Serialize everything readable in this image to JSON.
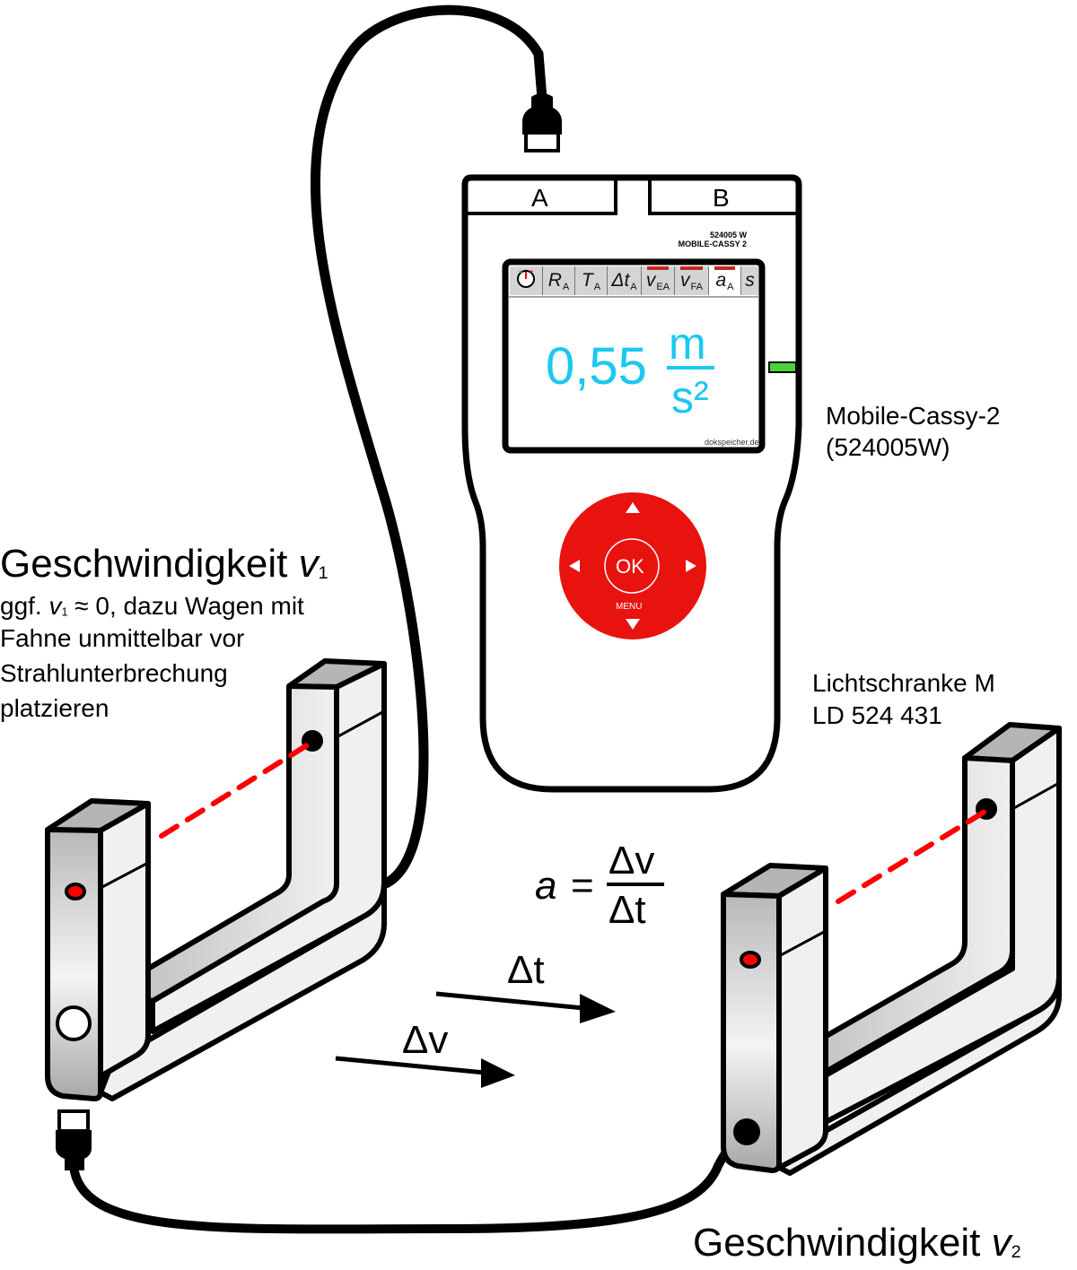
{
  "device": {
    "port_a": "A",
    "port_b": "B",
    "model_number": "524005 W",
    "model_name": "MOBILE-CASSY 2",
    "watermark": "dokspeicher.de",
    "tabs": [
      {
        "symbol": "stopwatch-icon",
        "sub": "",
        "active": false,
        "marked": false
      },
      {
        "symbol": "R",
        "sub": "A",
        "active": false,
        "marked": false
      },
      {
        "symbol": "T",
        "sub": "A",
        "active": false,
        "marked": false
      },
      {
        "symbol": "Δt",
        "sub": "A",
        "active": false,
        "marked": false
      },
      {
        "symbol": "v",
        "sub": "EA",
        "active": false,
        "marked": true
      },
      {
        "symbol": "v",
        "sub": "FA",
        "active": false,
        "marked": true
      },
      {
        "symbol": "a",
        "sub": "A",
        "active": true,
        "marked": true
      },
      {
        "symbol": "s",
        "sub": "",
        "active": false,
        "marked": false
      }
    ],
    "reading": {
      "value": "0,55",
      "unit_numerator": "m",
      "unit_denominator": "s²"
    },
    "dpad": {
      "ok_label": "OK",
      "menu_label": "MENU"
    },
    "led_color": "#4cd13a",
    "dpad_color": "#e8120f",
    "display_color": "#1ac8f0"
  },
  "labels": {
    "device_name": "Mobile-Cassy-2",
    "device_code": "(524005W)",
    "sensor_name": "Lichtschranke M",
    "sensor_code": "LD 524 431",
    "v1_title": "Geschwindigkeit",
    "v1_symbol": "v",
    "v1_sub": "1",
    "v1_note_prefix": "ggf.",
    "v1_note_symbol": "v",
    "v1_note_sub": "1",
    "v1_note_rest": "≈ 0, dazu Wagen mit",
    "v1_note_line2": "Fahne unmittelbar vor",
    "v1_note_line3": "Strahlunterbrechung",
    "v1_note_line4": "platzieren",
    "v2_title": "Geschwindigkeit",
    "v2_symbol": "v",
    "v2_sub": "2"
  },
  "formula": {
    "lhs": "a",
    "equals": "=",
    "numerator": "Δv",
    "denominator": "Δt"
  },
  "arrows": {
    "delta_t": "Δt",
    "delta_v": "Δv"
  },
  "beam_color": "#ff0000"
}
